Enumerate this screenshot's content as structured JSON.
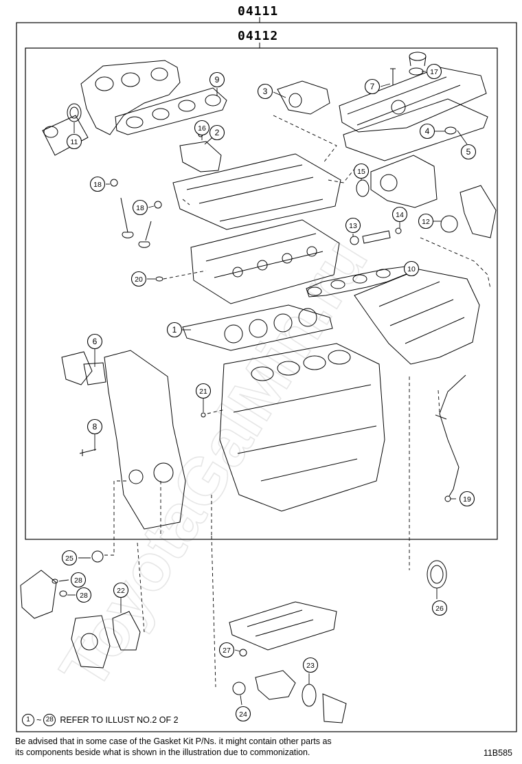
{
  "kits": {
    "outer_code": "04111",
    "inner_code": "04112"
  },
  "callouts": [
    {
      "id": "c1",
      "label": "1"
    },
    {
      "id": "c2",
      "label": "2"
    },
    {
      "id": "c3",
      "label": "3"
    },
    {
      "id": "c4",
      "label": "4"
    },
    {
      "id": "c5",
      "label": "5"
    },
    {
      "id": "c6",
      "label": "6"
    },
    {
      "id": "c7",
      "label": "7"
    },
    {
      "id": "c8",
      "label": "8"
    },
    {
      "id": "c9",
      "label": "9"
    },
    {
      "id": "c10",
      "label": "10"
    },
    {
      "id": "c11",
      "label": "11"
    },
    {
      "id": "c12",
      "label": "12"
    },
    {
      "id": "c13",
      "label": "13"
    },
    {
      "id": "c14",
      "label": "14"
    },
    {
      "id": "c15",
      "label": "15"
    },
    {
      "id": "c16",
      "label": "16"
    },
    {
      "id": "c17",
      "label": "17"
    },
    {
      "id": "c18a",
      "label": "18"
    },
    {
      "id": "c18b",
      "label": "18"
    },
    {
      "id": "c19",
      "label": "19"
    },
    {
      "id": "c20",
      "label": "20"
    },
    {
      "id": "c21",
      "label": "21"
    },
    {
      "id": "c22",
      "label": "22"
    },
    {
      "id": "c23",
      "label": "23"
    },
    {
      "id": "c24",
      "label": "24"
    },
    {
      "id": "c25",
      "label": "25"
    },
    {
      "id": "c26",
      "label": "26"
    },
    {
      "id": "c27",
      "label": "27"
    },
    {
      "id": "c28a",
      "label": "28"
    },
    {
      "id": "c28b",
      "label": "28"
    }
  ],
  "refer_note": {
    "from": "1",
    "to": "28",
    "text": "REFER TO ILLUST NO.2 OF 2"
  },
  "footer": {
    "line1": "Be advised that in some case of the Gasket Kit P/Ns.  it might contain other parts as",
    "line2": "its components beside what is shown in the illustration due to commonization.",
    "figure_code": "11B585"
  },
  "watermark": "ToyotaGalMin.ru"
}
